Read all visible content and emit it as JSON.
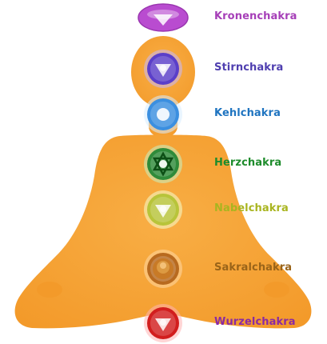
{
  "chakras": [
    {
      "label": "Kronenchakra",
      "color": "#a63fb8",
      "fill": "#b94cd0",
      "glow": "#e6a6f2",
      "symbol": "triangle"
    },
    {
      "label": "Stirnchakra",
      "color": "#4f3fb0",
      "fill": "#5b3fc9",
      "glow": "#c7b8ff",
      "symbol": "triangle"
    },
    {
      "label": "Kehlchakra",
      "color": "#1f74c0",
      "fill": "#3b8fe0",
      "glow": "#d7ecff",
      "symbol": "dot"
    },
    {
      "label": "Herzchakra",
      "color": "#1e8c2c",
      "fill": "#2f8b3a",
      "glow": "#c5f2c5",
      "symbol": "star"
    },
    {
      "label": "Nabelchakra",
      "color": "#a9b520",
      "fill": "#b8c43a",
      "glow": "#f4ffd0",
      "symbol": "triangle"
    },
    {
      "label": "Sakralchakra",
      "color": "#9a6419",
      "fill": "#b86a1f",
      "glow": "#ffd9a6",
      "symbol": "swirl"
    },
    {
      "label": "Wurzelchakra",
      "color": "#8a2aa3",
      "fill": "#d21e1e",
      "glow": "#ffb3b3",
      "symbol": "triangle"
    }
  ],
  "figure_color": "#f6a336"
}
